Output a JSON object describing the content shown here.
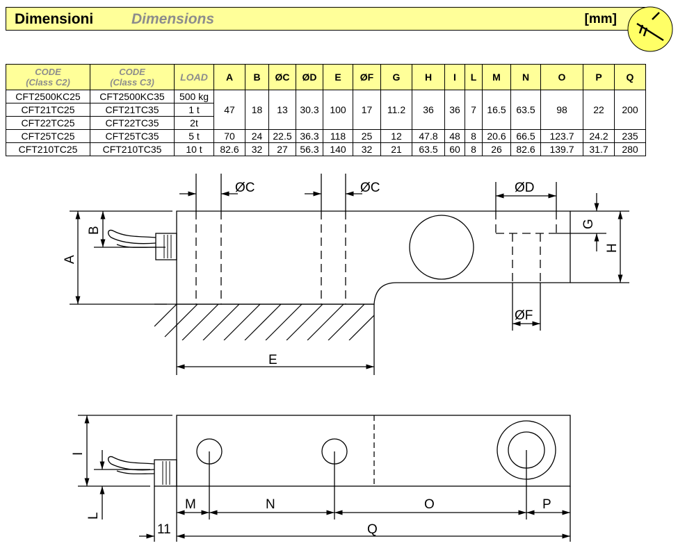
{
  "header": {
    "title_it": "Dimensioni",
    "title_en": "Dimensions",
    "unit": "[mm]"
  },
  "icons": {
    "header": "caliper-icon"
  },
  "colors": {
    "header_bg": "#ffff99",
    "muted_text": "#8c8c8c"
  },
  "table": {
    "headers": [
      {
        "line1": "CODE",
        "line2": "(Class C2)"
      },
      {
        "line1": "CODE",
        "line2": "(Class C3)"
      },
      {
        "line1": "LOAD",
        "line2": ""
      },
      {
        "line1": "A"
      },
      {
        "line1": "B"
      },
      {
        "line1": "ØC"
      },
      {
        "line1": "ØD"
      },
      {
        "line1": "E"
      },
      {
        "line1": "ØF"
      },
      {
        "line1": "G"
      },
      {
        "line1": "H"
      },
      {
        "line1": "I"
      },
      {
        "line1": "L"
      },
      {
        "line1": "M"
      },
      {
        "line1": "N"
      },
      {
        "line1": "O"
      },
      {
        "line1": "P"
      },
      {
        "line1": "Q"
      }
    ],
    "rows": [
      [
        "CFT2500KC25",
        "CFT2500KC35",
        "500 kg"
      ],
      [
        "CFT21TC25",
        "CFT21TC35",
        "1 t"
      ],
      [
        "CFT22TC25",
        "CFT22TC35",
        "2t"
      ],
      [
        "CFT25TC25",
        "CFT25TC35",
        "5 t"
      ],
      [
        "CFT210TC25",
        "CFT210TC35",
        "10 t"
      ]
    ],
    "dims_group": [
      "47",
      "18",
      "13",
      "30.3",
      "100",
      "17",
      "11.2",
      "36",
      "36",
      "7",
      "16.5",
      "63.5",
      "98",
      "22",
      "200"
    ],
    "dims_5t": [
      "70",
      "24",
      "22.5",
      "36.3",
      "118",
      "25",
      "12",
      "47.8",
      "48",
      "8",
      "20.6",
      "66.5",
      "123.7",
      "24.2",
      "235"
    ],
    "dims_10t": [
      "82.6",
      "32",
      "27",
      "56.3",
      "140",
      "32",
      "21",
      "63.5",
      "60",
      "8",
      "26",
      "82.6",
      "139.7",
      "31.7",
      "280"
    ]
  },
  "diagram": {
    "side": {
      "A": "A",
      "B": "B",
      "C1": "ØC",
      "C2": "ØC",
      "D": "ØD",
      "E": "E",
      "F": "ØF",
      "G": "G",
      "H": "H"
    },
    "top": {
      "I": "I",
      "L": "L",
      "M": "M",
      "N": "N",
      "O": "O",
      "P": "P",
      "Q": "Q",
      "eleven": "11"
    }
  }
}
